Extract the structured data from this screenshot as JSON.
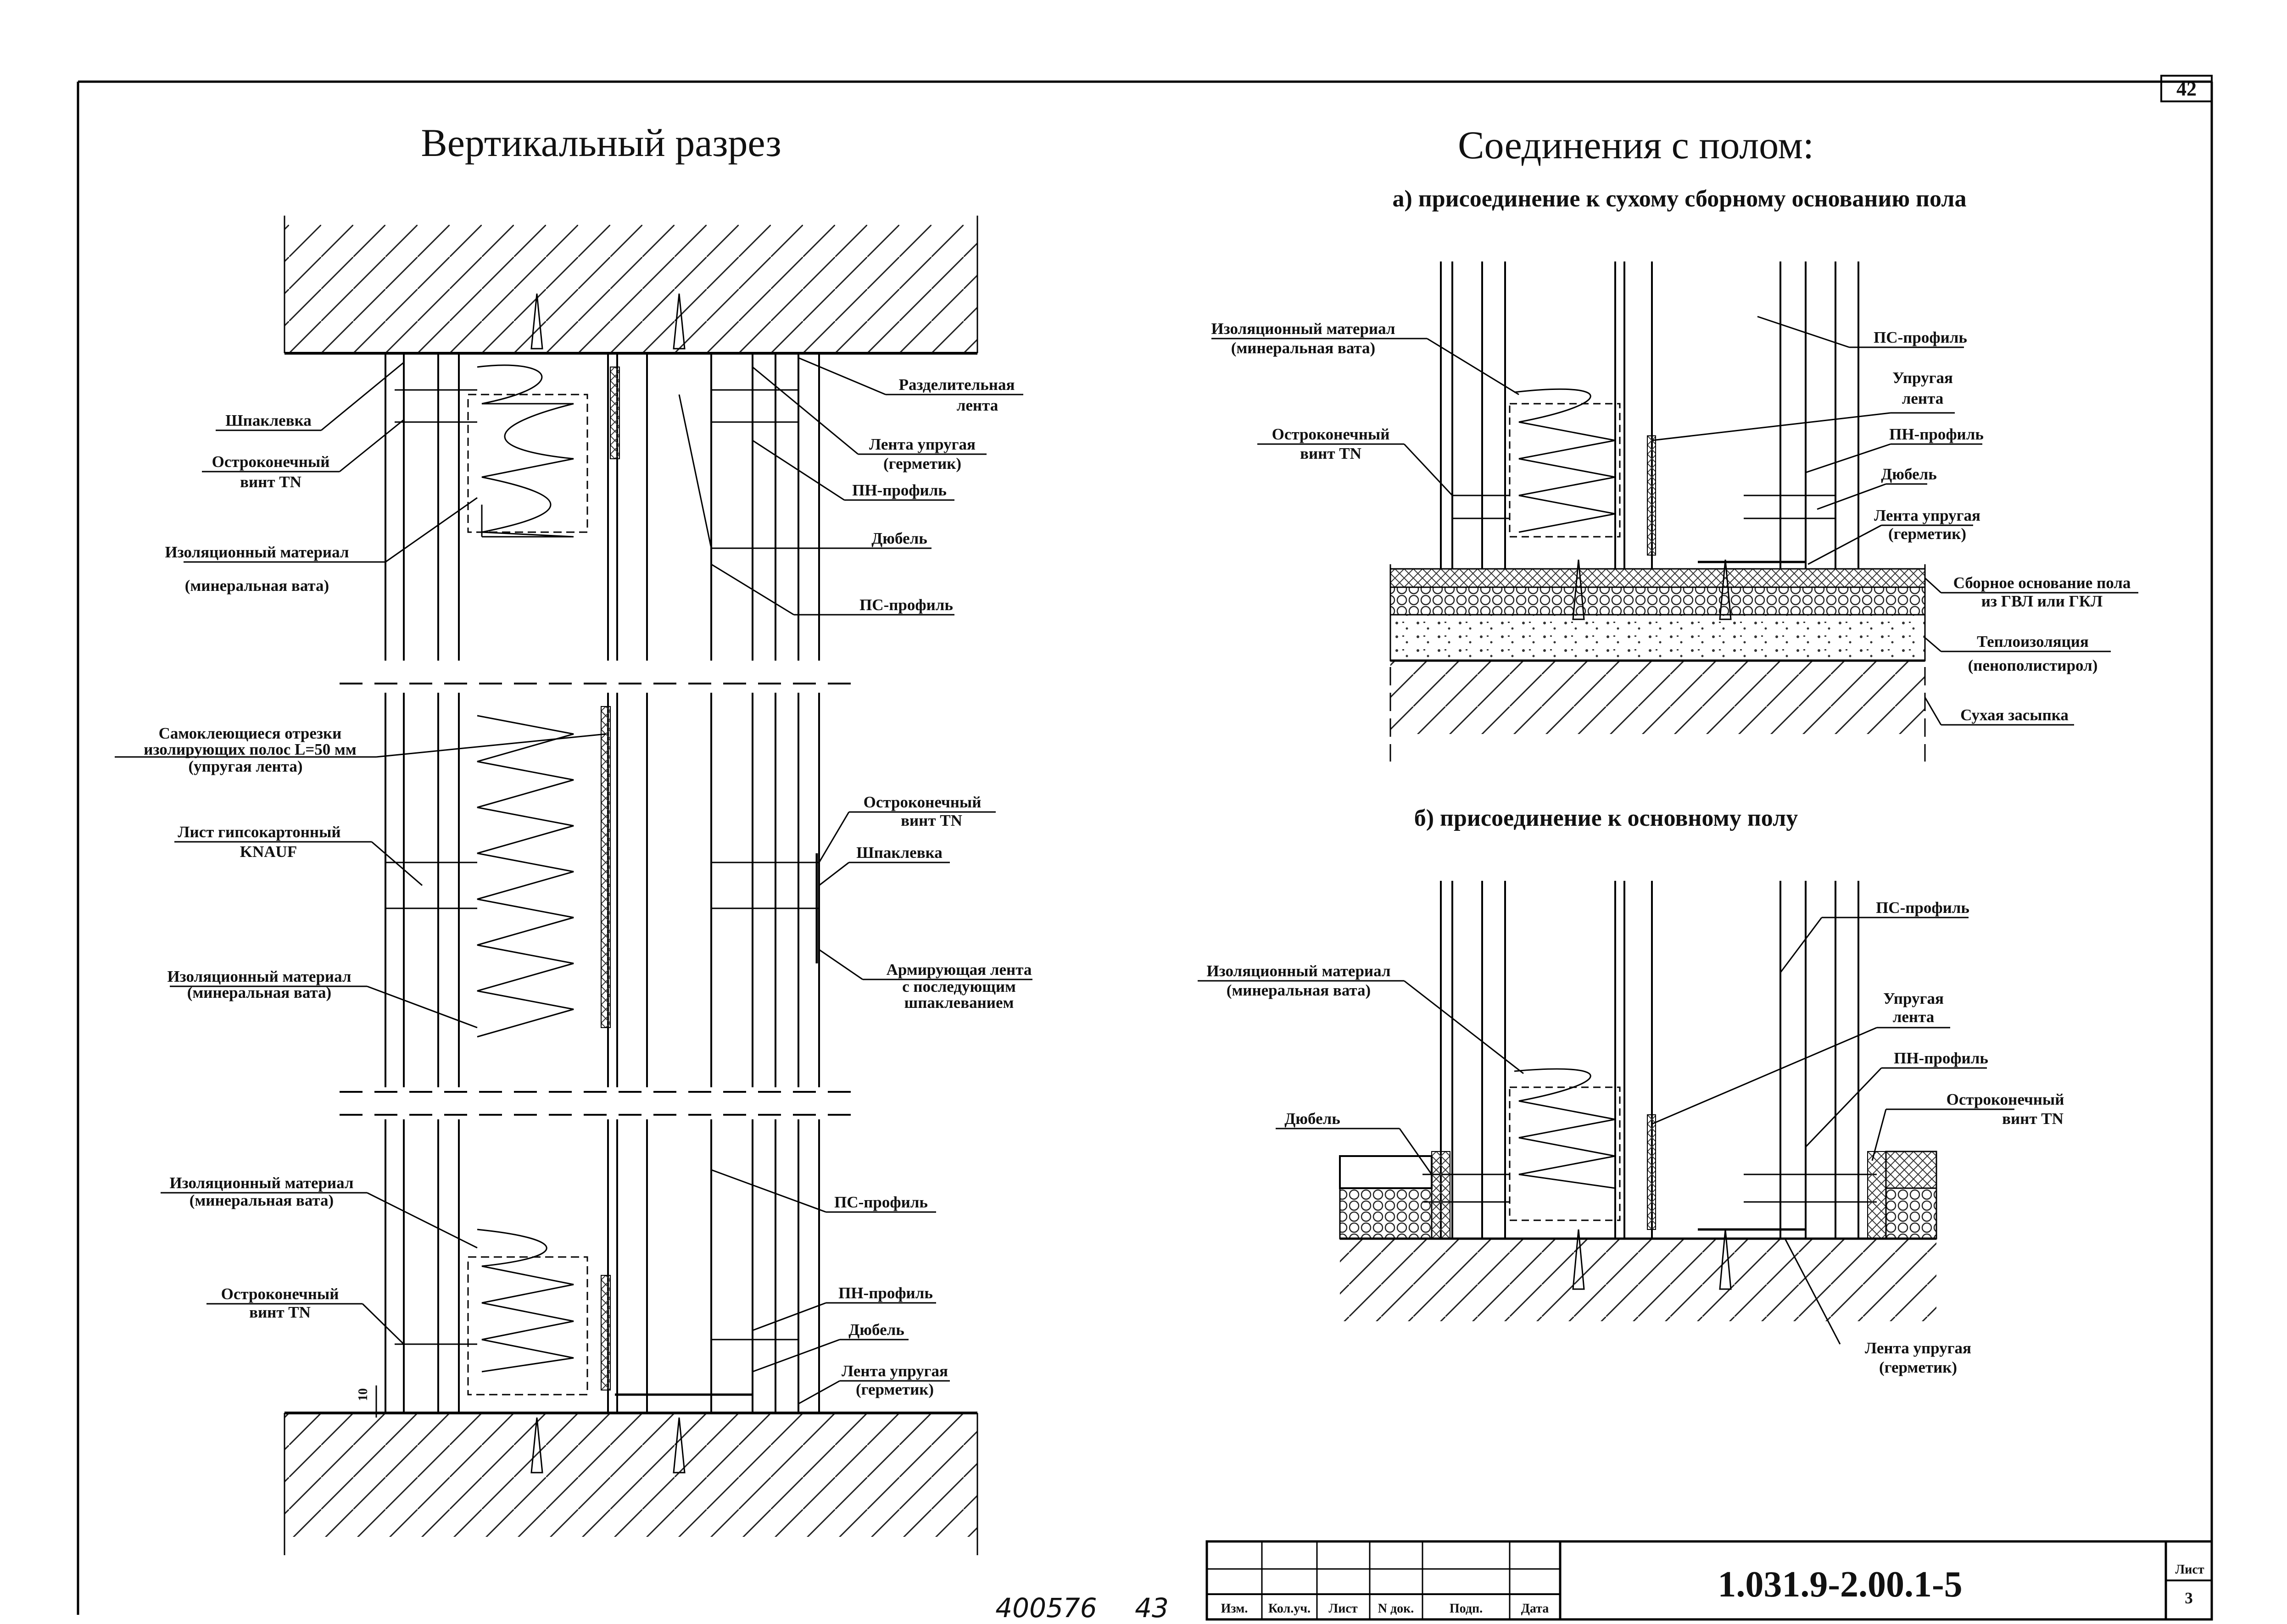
{
  "sheet": {
    "page_number": "42",
    "handwritten_left": "400576",
    "handwritten_right": "43"
  },
  "left": {
    "title": "Вертикальный разрез",
    "top_labels": {
      "putty": "Шпаклевка",
      "screw_1": "Остроконечный",
      "screw_2": "винт TN",
      "insulation_1": "Изоляционный материал",
      "insulation_2": "(минеральная вата)",
      "sep_tape_1": "Разделительная",
      "sep_tape_2": "лента",
      "elastic_1": "Лента упругая",
      "elastic_2": "(герметик)",
      "pn": "ПН-профиль",
      "dowel": "Дюбель",
      "ps": "ПС-профиль"
    },
    "mid_labels": {
      "strips_1": "Самоклеющиеся отрезки",
      "strips_2": "изолирующих полос L=50 мм",
      "strips_3": "(упругая лента)",
      "sheet_1": "Лист гипсокартонный",
      "sheet_2": "KNAUF",
      "insulation_1": "Изоляционный материал",
      "insulation_2": "(минеральная вата)",
      "screw_1": "Остроконечный",
      "screw_2": "винт TN",
      "putty": "Шпаклевка",
      "tape_1": "Армирующая лента",
      "tape_2": "с последующим",
      "tape_3": "шпаклеванием"
    },
    "bottom_labels": {
      "insulation_1": "Изоляционный материал",
      "insulation_2": "(минеральная вата)",
      "screw_1": "Остроконечный",
      "screw_2": "винт TN",
      "ps": "ПС-профиль",
      "pn": "ПН-профиль",
      "dowel": "Дюбель",
      "elastic_1": "Лента упругая",
      "elastic_2": "(герметик)",
      "dim": "10"
    }
  },
  "right": {
    "title": "Соединения с полом:",
    "a": {
      "subtitle": "а)  присоединение к сухому сборному основанию пола",
      "insulation_1": "Изоляционный материал",
      "insulation_2": "(минеральная вата)",
      "screw_1": "Остроконечный",
      "screw_2": "винт TN",
      "ps": "ПС-профиль",
      "elastic_tape_1": "Упругая",
      "elastic_tape_2": "лента",
      "pn": "ПН-профиль",
      "dowel": "Дюбель",
      "elastic_1": "Лента упругая",
      "elastic_2": "(герметик)",
      "base_1": "Сборное основание пола",
      "base_2": "из ГВЛ или ГКЛ",
      "thermal_1": "Теплоизоляция",
      "thermal_2": "(пенополистирол)",
      "fill": "Сухая засыпка"
    },
    "b": {
      "subtitle": "б)  присоединение к основному полу",
      "insulation_1": "Изоляционный материал",
      "insulation_2": "(минеральная вата)",
      "dowel": "Дюбель",
      "ps": "ПС-профиль",
      "elastic_tape_1": "Упругая",
      "elastic_tape_2": "лента",
      "pn": "ПН-профиль",
      "screw_1": "Остроконечный",
      "screw_2": "винт TN",
      "elastic_1": "Лента упругая",
      "elastic_2": "(герметик)"
    }
  },
  "stamp": {
    "code": "1.031.9-2.00.1-5",
    "sheet_label": "Лист",
    "sheet_no": "3",
    "cols": [
      "Изм.",
      "Кол.уч.",
      "Лист",
      "N док.",
      "Подп.",
      "Дата"
    ]
  }
}
